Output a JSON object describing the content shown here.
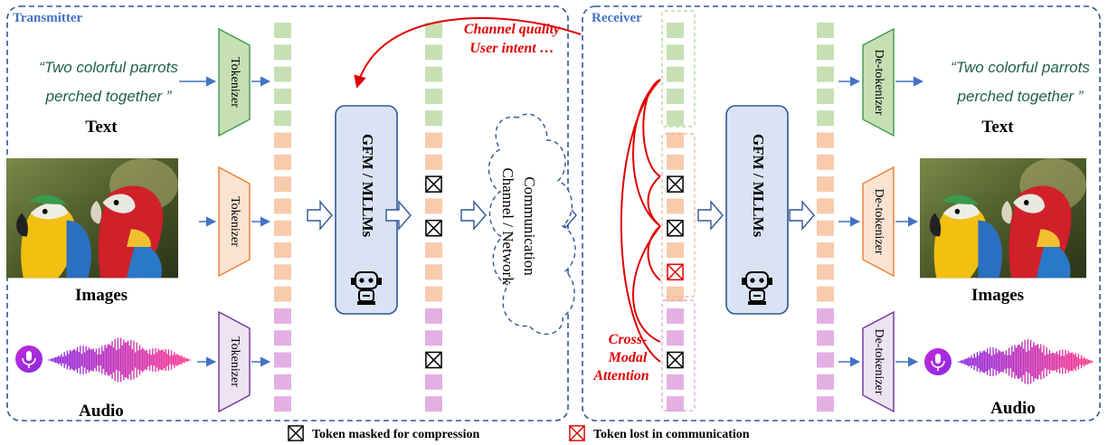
{
  "transmitter": {
    "title": "Transmitter",
    "text_quote_line1": "“Two colorful parrots",
    "text_quote_line2": "perched together ”",
    "text_label": "Text",
    "images_label": "Images",
    "audio_label": "Audio",
    "tokenizer_label": "Tokenizer",
    "model_label": "GFM / MLLMs"
  },
  "channel": {
    "feedback_line1": "Channel quality",
    "feedback_line2": "User intent …",
    "cloud_line1": "Communication",
    "cloud_line2": "Channel / Network"
  },
  "receiver": {
    "title": "Receiver",
    "text_quote_line1": "“Two colorful parrots",
    "text_quote_line2": "perched together ”",
    "text_label": "Text",
    "images_label": "Images",
    "audio_label": "Audio",
    "detokenizer_label": "De-tokenizer",
    "model_label": "GFM / MLLMs",
    "attention_line1": "Cross-",
    "attention_line2": "Modal",
    "attention_line3": "Attention"
  },
  "legend": {
    "masked_label": "Token masked for compression",
    "lost_label": "Token lost in communication"
  },
  "colors": {
    "text_token": "#c6e0b4",
    "image_token": "#f8cbad",
    "audio_token": "#e4b0e4",
    "box_border": "#2f5597",
    "title_blue": "#4472c4",
    "red": "#e00000",
    "quote_green": "#1f5f4a",
    "model_fill": "#dae3f3"
  },
  "icons": {
    "mask": "crossed-box-icon",
    "lost": "red-crossed-box-icon",
    "robot": "robot-icon",
    "microphone": "microphone-icon",
    "waveform": "audio-waveform-icon",
    "parrots": "parrots-image"
  }
}
